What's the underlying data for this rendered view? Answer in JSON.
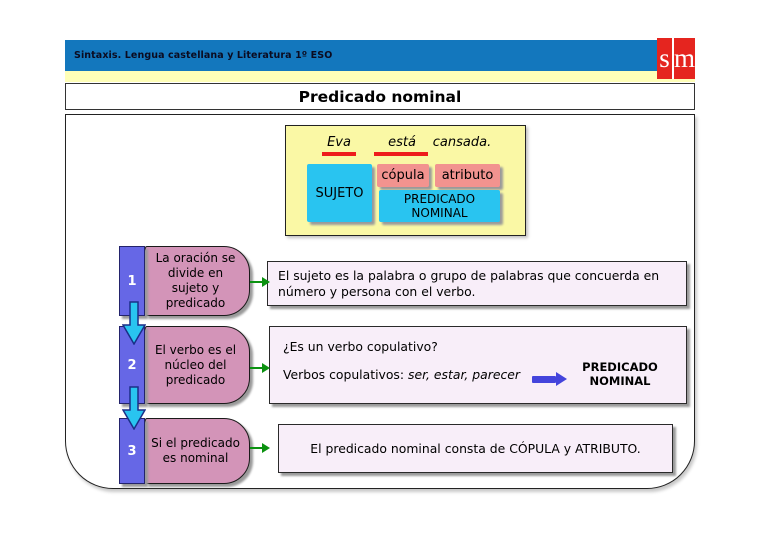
{
  "header": {
    "course_title": "Sintaxis. Lengua castellana y Literatura 1º ESO",
    "logo_s": "s",
    "logo_m": "m"
  },
  "slide_title": "Predicado nominal",
  "example": {
    "word1": "Eva",
    "word2": "está",
    "word3": "cansada.",
    "sujeto_label": "SUJETO",
    "copula_label": "cópula",
    "atributo_label": "atributo",
    "predicado_label": "PREDICADO NOMINAL"
  },
  "steps": [
    {
      "number": "1",
      "label": "La oración se divide en sujeto y predicado"
    },
    {
      "number": "2",
      "label": "El verbo es el núcleo del predicado"
    },
    {
      "number": "3",
      "label": "Si el predicado es nominal"
    }
  ],
  "notes": {
    "note1": "El sujeto es la palabra o grupo de palabras que concuerda en número y persona con el verbo.",
    "note2_question": "¿Es un verbo copulativo?",
    "note2_prefix": "Verbos copulativos: ",
    "note2_verbs": "ser, estar, parecer",
    "note2_result": "PREDICADO NOMINAL",
    "note3": "El predicado nominal consta de CÓPULA y ATRIBUTO."
  },
  "colors": {
    "header_blue": "#1377BD",
    "strip_yellow": "#FFFFB8",
    "logo_red": "#E5251F",
    "example_yellow": "#FAF8A5",
    "cyan": "#29C4F0",
    "salmon": "#F2938F",
    "underline_red": "#EE1C1C",
    "step_pink": "#D394B8",
    "step_blue": "#6667E6",
    "note_bg": "#F8EEF9",
    "flow_green": "#0B9210",
    "implies_blue": "#4444DC"
  }
}
